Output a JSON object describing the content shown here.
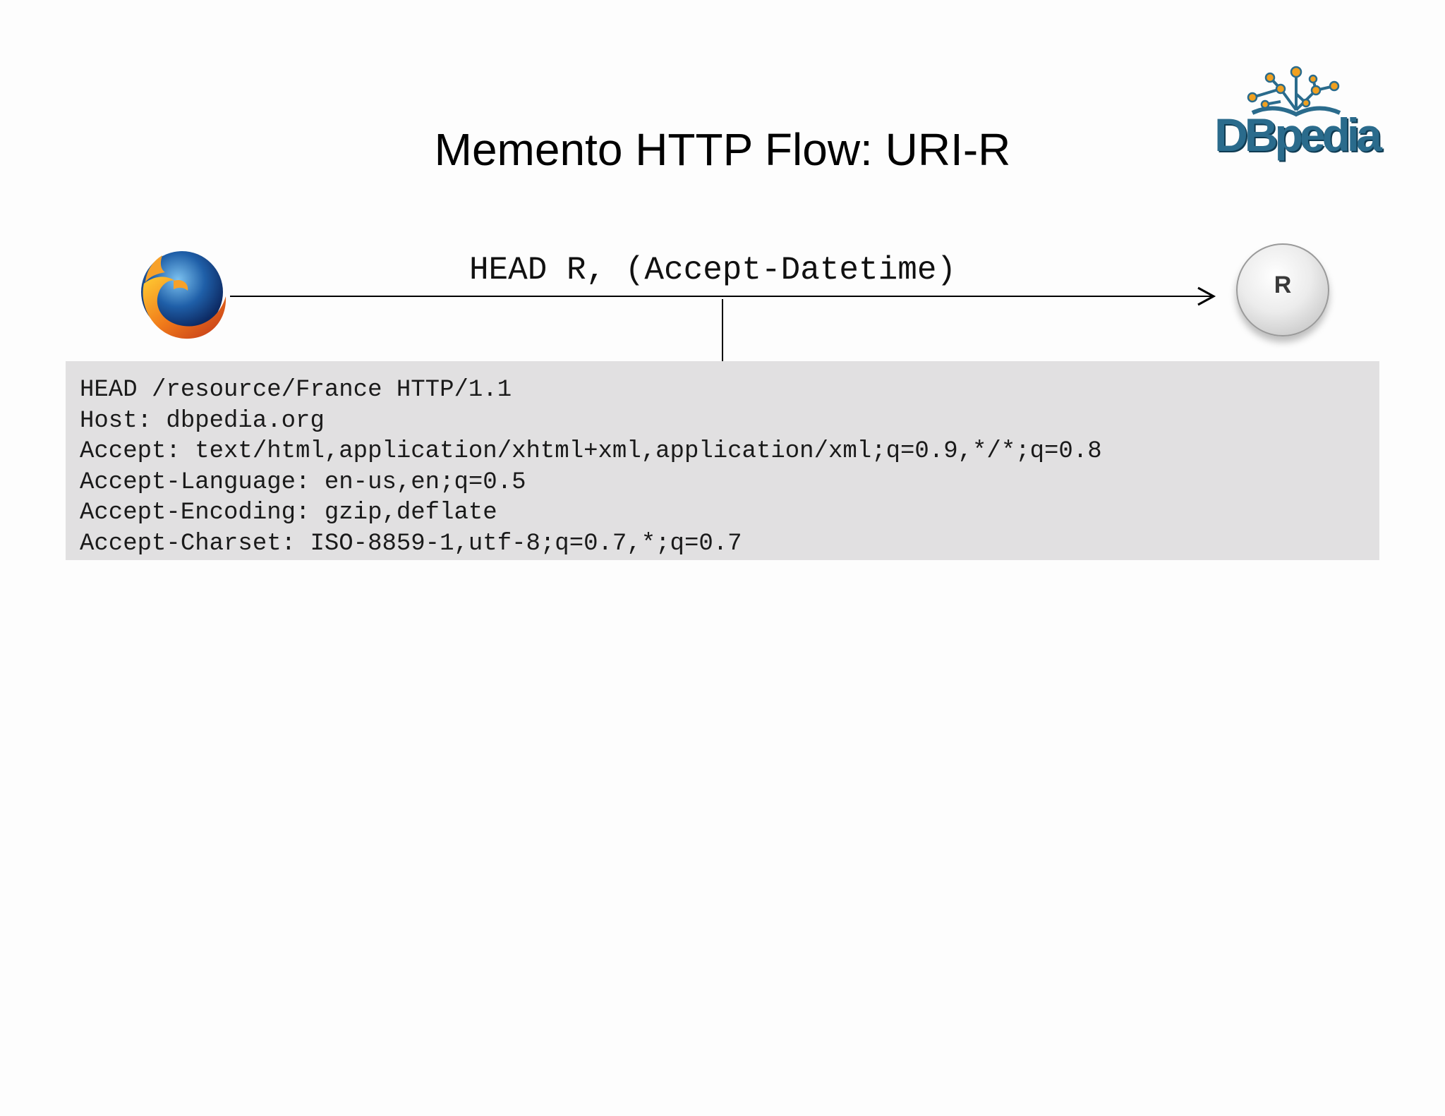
{
  "slide": {
    "title": "Memento HTTP Flow: URI-R",
    "logo_text": "DBpedia",
    "request_label": "HEAD R, (Accept-Datetime)",
    "resource_node_label": "R",
    "icons": {
      "client": "firefox-icon",
      "logo": "dbpedia-logo"
    },
    "http_request": {
      "lines": [
        "HEAD /resource/France HTTP/1.1",
        "Host: dbpedia.org",
        "Accept: text/html,application/xhtml+xml,application/xml;q=0.9,*/*;q=0.8",
        "Accept-Language: en-us,en;q=0.5",
        "Accept-Encoding: gzip,deflate",
        "Accept-Charset: ISO-8859-1,utf-8;q=0.7,*;q=0.7"
      ]
    },
    "colors": {
      "box_background": "#e1e0e1",
      "logo_blue": "#2a6b8c",
      "logo_orange": "#f0a020"
    }
  }
}
